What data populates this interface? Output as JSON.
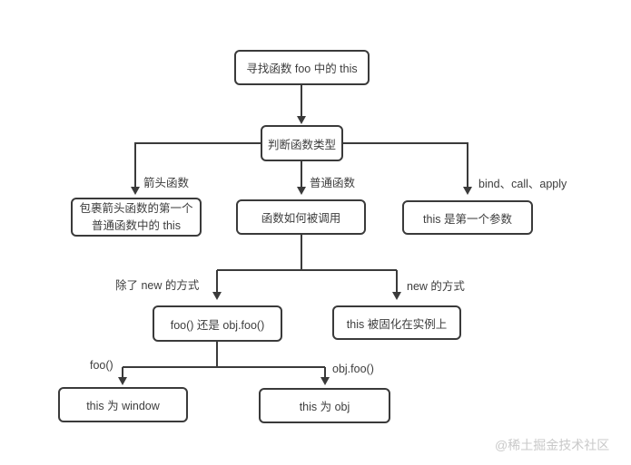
{
  "diagram": {
    "title_node": "寻找函数 foo 中的 this",
    "nodes": {
      "find_this": {
        "label": "寻找函数 foo 中的 this"
      },
      "judge_type": {
        "label": "判断函数类型"
      },
      "wrap_arrow_fn": {
        "lines": [
          "包裹箭头函数的第一个",
          "普通函数中的 this"
        ]
      },
      "how_called": {
        "label": "函数如何被调用"
      },
      "first_param": {
        "label": "this 是第一个参数"
      },
      "foo_or_objfoo": {
        "label": "foo() 还是 obj.foo()"
      },
      "fixed_on_instance": {
        "label": "this 被固化在实例上"
      },
      "this_window": {
        "label": "this 为 window"
      },
      "this_obj": {
        "label": "this 为 obj"
      }
    },
    "edge_labels": {
      "arrow_fn": "箭头函数",
      "normal_fn": "普通函数",
      "bind_call_apply": "bind、call、apply",
      "not_new": "除了 new 的方式",
      "new_way": "new 的方式",
      "foo_call": "foo()",
      "obj_foo_call": "obj.foo()"
    },
    "watermark": "@稀土掘金技术社区",
    "colors": {
      "line": "#3a3a3a",
      "box_border": "#3a3a3a",
      "box_fill": "#ffffff",
      "text": "#3d3d3d",
      "watermark": "#c9c9c9",
      "background": "#ffffff"
    }
  }
}
